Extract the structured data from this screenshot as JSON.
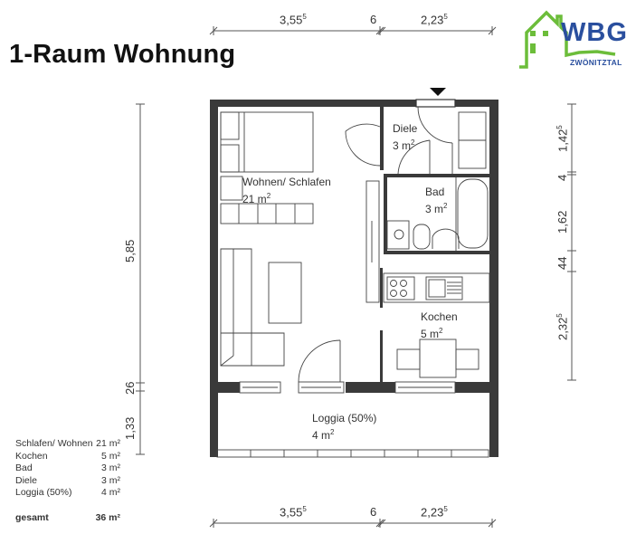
{
  "title": "1-Raum Wohnung",
  "logo": {
    "name": "WBG",
    "subtitle": "ZWÖNITZTAL",
    "colors": {
      "green": "#6cbd3a",
      "blue": "#2a4f9e"
    }
  },
  "rooms": {
    "wohnen": {
      "name": "Wohnen/ Schlafen",
      "area": "21 m",
      "unit_sup": "2"
    },
    "diele": {
      "name": "Diele",
      "area": "3 m",
      "unit_sup": "2"
    },
    "bad": {
      "name": "Bad",
      "area": "3 m",
      "unit_sup": "2"
    },
    "kochen": {
      "name": "Kochen",
      "area": "5 m",
      "unit_sup": "2"
    },
    "loggia": {
      "name": "Loggia (50%)",
      "area": "4 m",
      "unit_sup": "2"
    }
  },
  "dimensions": {
    "top": [
      {
        "value": "3,55",
        "sup": "5"
      },
      {
        "value": "6",
        "sup": ""
      },
      {
        "value": "2,23",
        "sup": "5"
      }
    ],
    "bottom": [
      {
        "value": "3,55",
        "sup": "5"
      },
      {
        "value": "6",
        "sup": ""
      },
      {
        "value": "2,23",
        "sup": "5"
      }
    ],
    "left": [
      {
        "value": "5,85",
        "sup": ""
      },
      {
        "value": "26",
        "sup": ""
      },
      {
        "value": "1,33",
        "sup": ""
      }
    ],
    "right": [
      {
        "value": "1,42",
        "sup": "5"
      },
      {
        "value": "4",
        "sup": ""
      },
      {
        "value": "1,62",
        "sup": ""
      },
      {
        "value": "44",
        "sup": ""
      },
      {
        "value": "2,32",
        "sup": "5"
      }
    ]
  },
  "area_table": {
    "rows": [
      {
        "name": "Schlafen/ Wohnen",
        "value": "21 m²"
      },
      {
        "name": "Kochen",
        "value": "5 m²"
      },
      {
        "name": "Bad",
        "value": "3 m²"
      },
      {
        "name": "Diele",
        "value": "3 m²"
      },
      {
        "name": "Loggia (50%)",
        "value": "4 m²"
      }
    ],
    "total": {
      "name": "gesamt",
      "value": "36 m²"
    }
  }
}
